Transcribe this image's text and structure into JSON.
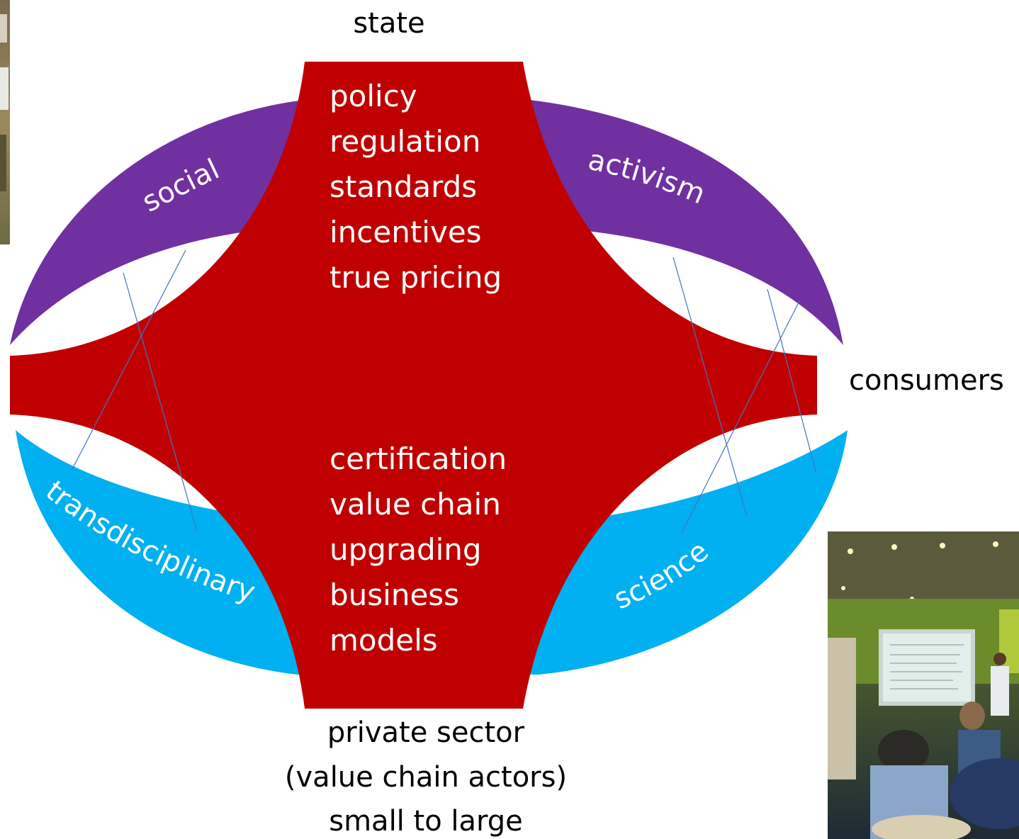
{
  "labels": {
    "top": "state",
    "right": "consumers",
    "bottom": [
      "private sector",
      "(value chain actors)",
      "small to large"
    ]
  },
  "arcs": {
    "social": "social",
    "activism": "activism",
    "transdisciplinary": "transdisciplinary",
    "science": "science"
  },
  "upper_list": [
    "policy",
    "regulation",
    "standards",
    "incentives",
    "true pricing"
  ],
  "lower_list": [
    "certification",
    "value chain",
    "upgrading",
    "business",
    "models"
  ],
  "colors": {
    "cross": "#c00000",
    "purple": "#7030a0",
    "cyan": "#00b0f0",
    "thin_lines": "#4472c4",
    "text_dark": "#000000",
    "text_light": "#ffffff"
  },
  "photos": {
    "top_left": "photo-fragment",
    "bottom_right": "workshop-photo"
  }
}
